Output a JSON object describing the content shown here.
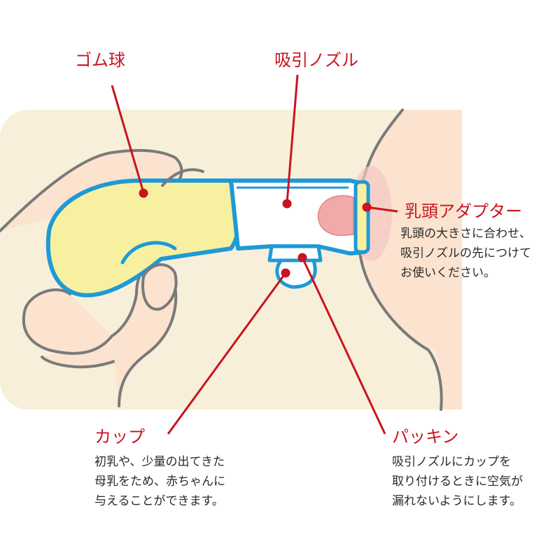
{
  "labels": {
    "rubber_bulb": "ゴム球",
    "suction_nozzle": "吸引ノズル",
    "nipple_adapter": "乳頭アダプター",
    "cup": "カップ",
    "packing": "パッキン"
  },
  "descriptions": {
    "nipple_adapter": [
      "乳頭の大きさに合わせ、",
      "吸引ノズルの先につけて",
      "お使いください。"
    ],
    "cup": [
      "初乳や、少量の出てきた",
      "母乳をため、赤ちゃんに",
      "与えることができます。"
    ],
    "packing": [
      "吸引ノズルにカップを",
      "取り付けるときに空気が",
      "漏れないようにします。"
    ]
  },
  "colors": {
    "label_red": "#c8141e",
    "outline_blue": "#1e9ad6",
    "bulb_yellow": "#f7f0a0",
    "background_cream": "#f7efd9",
    "skin": "#fbe9d8",
    "nipple_pink": "#f2a9a9"
  }
}
